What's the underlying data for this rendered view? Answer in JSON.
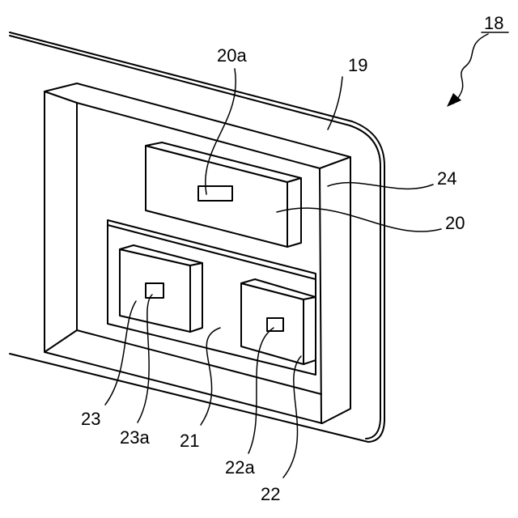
{
  "labels": {
    "assembly": "18",
    "panel": "19",
    "module_top": "20",
    "module_top_port": "20a",
    "base_board": "21",
    "module_right": "22",
    "module_right_port": "22a",
    "module_left": "23",
    "module_left_port": "23a",
    "frame": "24"
  }
}
